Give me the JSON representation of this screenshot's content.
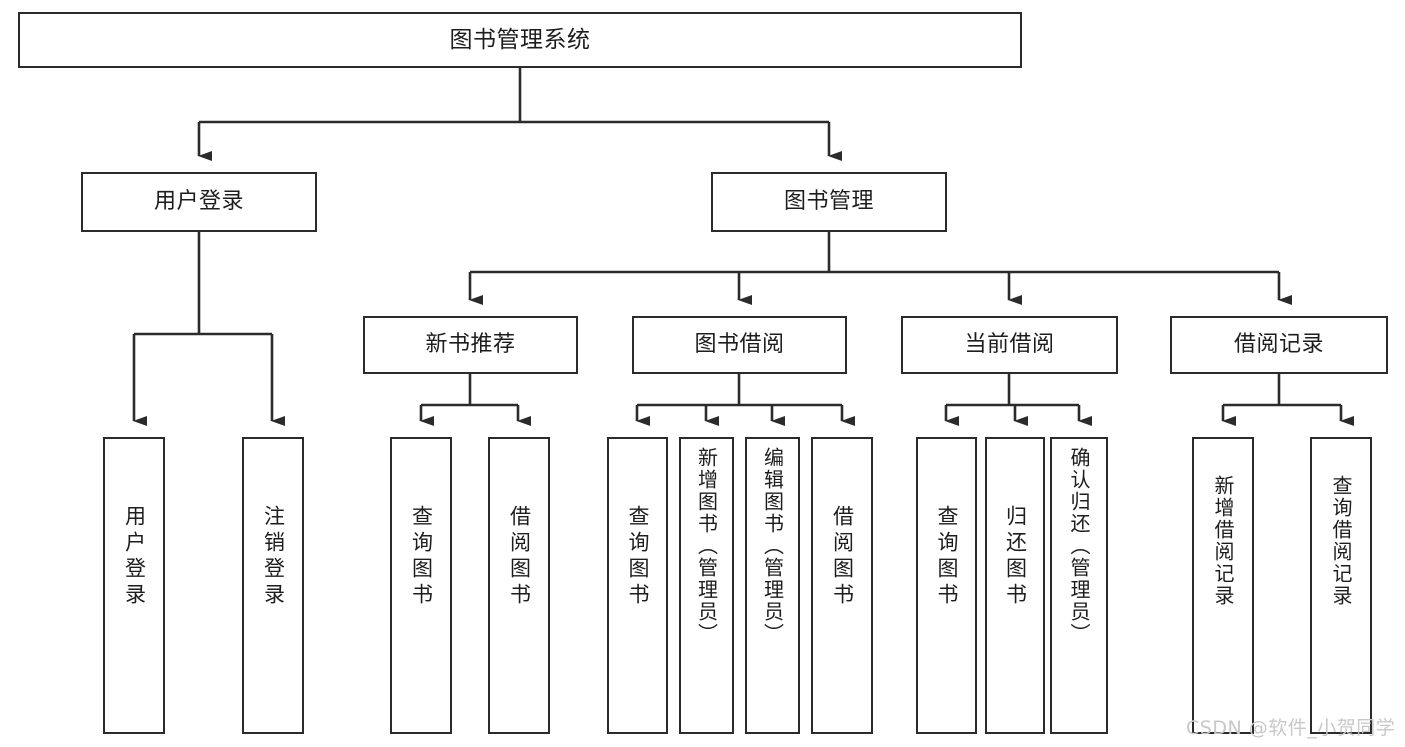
{
  "diagram": {
    "title": "图书管理系统",
    "type": "tree-hierarchy-diagram",
    "colors": {
      "box_border": "#2b2b2b",
      "box_fill": "#ffffff",
      "connector": "#2b2b2b",
      "text": "#1d1d1d",
      "watermark": "#c8c8c8",
      "background": "#ffffff"
    },
    "root": {
      "label": "图书管理系统"
    },
    "level2": [
      {
        "label": "用户登录"
      },
      {
        "label": "图书管理"
      }
    ],
    "level3": [
      {
        "label": "新书推荐"
      },
      {
        "label": "图书借阅"
      },
      {
        "label": "当前借阅"
      },
      {
        "label": "借阅记录"
      }
    ],
    "leaves": {
      "user_login": [
        {
          "label": "用户登录"
        },
        {
          "label": "注销登录"
        }
      ],
      "new_book_recommend": [
        {
          "label": "查询图书"
        },
        {
          "label": "借阅图书"
        }
      ],
      "book_borrow": [
        {
          "label": "查询图书"
        },
        {
          "label": "新增图书（管理员）"
        },
        {
          "label": "编辑图书（管理员）"
        },
        {
          "label": "借阅图书"
        }
      ],
      "current_borrow": [
        {
          "label": "查询图书"
        },
        {
          "label": "归还图书"
        },
        {
          "label": "确认归还（管理员）"
        }
      ],
      "borrow_record": [
        {
          "label": "新增借阅记录"
        },
        {
          "label": "查询借阅记录"
        }
      ]
    },
    "watermark": "CSDN @软件_小贺同学"
  }
}
